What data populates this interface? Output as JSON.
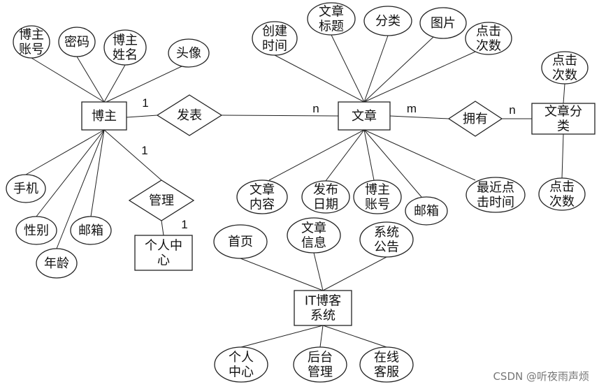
{
  "diagram": {
    "entities": [
      {
        "id": "blogger",
        "lines": [
          "博主"
        ]
      },
      {
        "id": "article",
        "lines": [
          "文章"
        ]
      },
      {
        "id": "article-category",
        "lines": [
          "文章分",
          "类"
        ]
      },
      {
        "id": "personal-center",
        "lines": [
          "个人中",
          "心"
        ]
      },
      {
        "id": "it-blog-system",
        "lines": [
          "IT博客",
          "系统"
        ]
      }
    ],
    "relationships": [
      {
        "id": "publish",
        "lines": [
          "发表"
        ]
      },
      {
        "id": "own",
        "lines": [
          "拥有"
        ]
      },
      {
        "id": "manage",
        "lines": [
          "管理"
        ]
      }
    ],
    "attributes": [
      {
        "id": "blogger-account",
        "lines": [
          "博主",
          "账号"
        ]
      },
      {
        "id": "password",
        "lines": [
          "密码"
        ]
      },
      {
        "id": "blogger-name",
        "lines": [
          "博主",
          "姓名"
        ]
      },
      {
        "id": "avatar",
        "lines": [
          "头像"
        ]
      },
      {
        "id": "phone",
        "lines": [
          "手机"
        ]
      },
      {
        "id": "gender",
        "lines": [
          "性别"
        ]
      },
      {
        "id": "age",
        "lines": [
          "年龄"
        ]
      },
      {
        "id": "email-blogger",
        "lines": [
          "邮箱"
        ]
      },
      {
        "id": "create-time",
        "lines": [
          "创建",
          "时间"
        ]
      },
      {
        "id": "article-title",
        "lines": [
          "文章",
          "标题"
        ]
      },
      {
        "id": "category",
        "lines": [
          "分类"
        ]
      },
      {
        "id": "image",
        "lines": [
          "图片"
        ]
      },
      {
        "id": "click-count-article",
        "lines": [
          "点击",
          "次数"
        ]
      },
      {
        "id": "article-content",
        "lines": [
          "文章",
          "内容"
        ]
      },
      {
        "id": "publish-date",
        "lines": [
          "发布",
          "日期"
        ]
      },
      {
        "id": "article-blogger-account",
        "lines": [
          "博主",
          "账号"
        ]
      },
      {
        "id": "email-article",
        "lines": [
          "邮箱"
        ]
      },
      {
        "id": "last-click-time",
        "lines": [
          "最近点",
          "击时间"
        ]
      },
      {
        "id": "category-click-top",
        "lines": [
          "点击",
          "次数"
        ]
      },
      {
        "id": "category-click-bottom",
        "lines": [
          "点击",
          "次数"
        ]
      },
      {
        "id": "home",
        "lines": [
          "首页"
        ]
      },
      {
        "id": "article-info",
        "lines": [
          "文章",
          "信息"
        ]
      },
      {
        "id": "system-notice",
        "lines": [
          "系统",
          "公告"
        ]
      },
      {
        "id": "sys-personal-center",
        "lines": [
          "个人",
          "中心"
        ]
      },
      {
        "id": "backend-manage",
        "lines": [
          "后台",
          "管理"
        ]
      },
      {
        "id": "online-service",
        "lines": [
          "在线",
          "客服"
        ]
      }
    ],
    "cardinalities": [
      {
        "id": "c-blogger-publish",
        "text": "1"
      },
      {
        "id": "c-article-publish",
        "text": "n"
      },
      {
        "id": "c-article-own",
        "text": "m"
      },
      {
        "id": "c-category-own",
        "text": "n"
      },
      {
        "id": "c-blogger-manage",
        "text": "1"
      },
      {
        "id": "c-center-manage",
        "text": "1"
      }
    ],
    "watermark": "CSDN @听夜雨声烦"
  }
}
